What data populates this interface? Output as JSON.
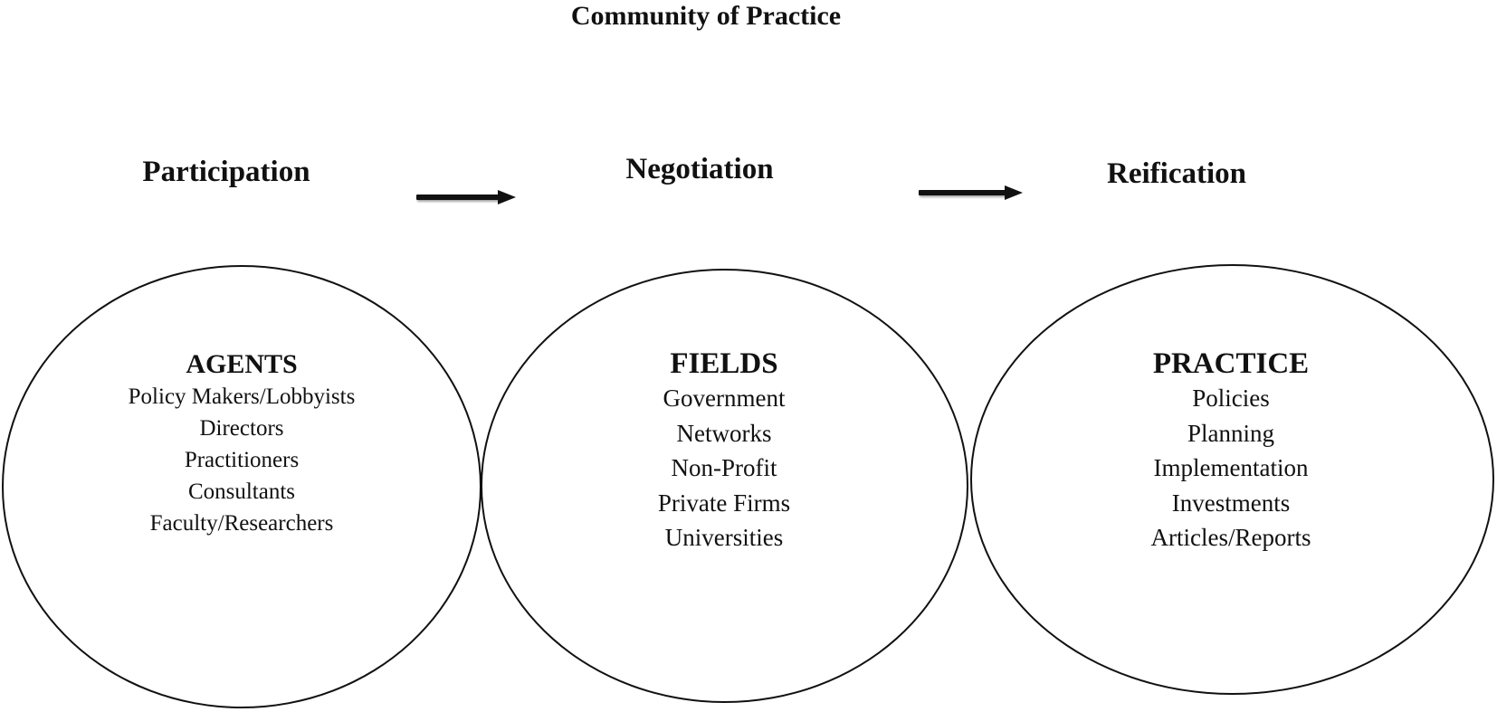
{
  "title": "Community of Practice",
  "stages": [
    {
      "label": "Participation"
    },
    {
      "label": "Negotiation"
    },
    {
      "label": "Reification"
    }
  ],
  "circles": [
    {
      "heading": "AGENTS",
      "items": [
        "Policy Makers/Lobbyists",
        "Directors",
        "Practitioners",
        "Consultants",
        "Faculty/Researchers"
      ]
    },
    {
      "heading": "FIELDS",
      "items": [
        "Government",
        "Networks",
        "Non-Profit",
        "Private Firms",
        "Universities"
      ]
    },
    {
      "heading": "PRACTICE",
      "items": [
        "Policies",
        "Planning",
        "Implementation",
        "Investments",
        "Articles/Reports"
      ]
    }
  ]
}
